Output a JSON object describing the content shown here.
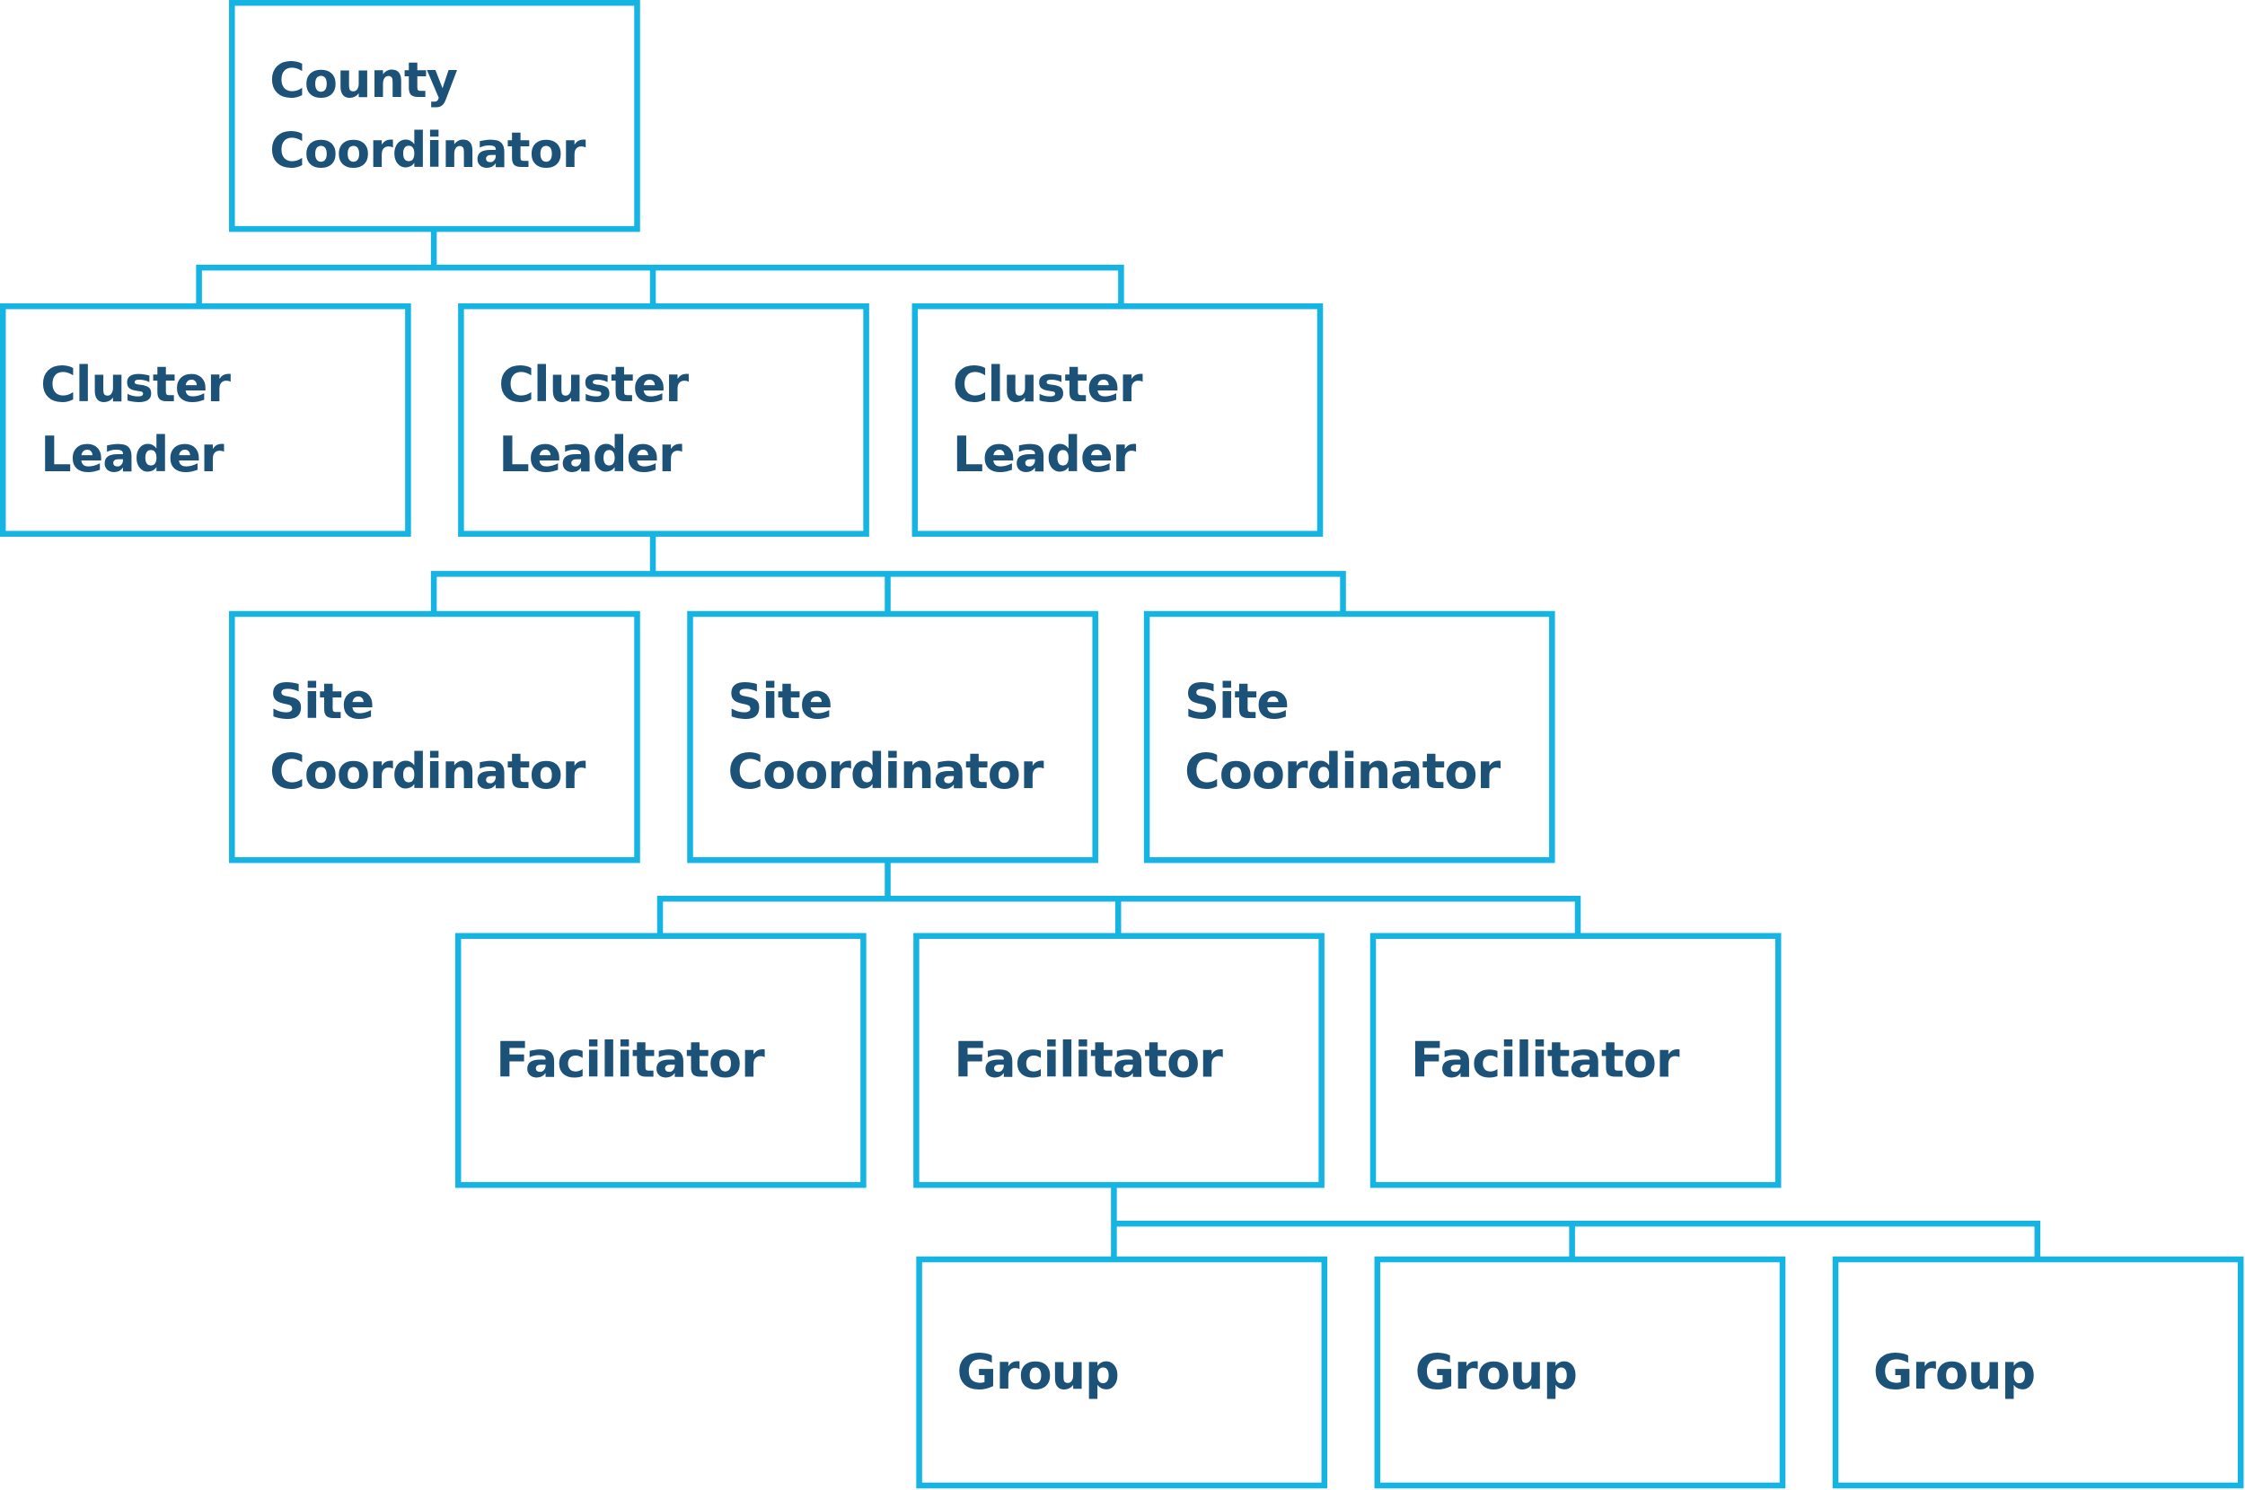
{
  "colors": {
    "line": "#15b4e3",
    "text": "#1c5278",
    "background": "#ffffff"
  },
  "nodes": [
    {
      "id": "county-coordinator",
      "lines": [
        "County",
        "Coordinator"
      ]
    },
    {
      "id": "cluster-leader-1",
      "lines": [
        "Cluster",
        "Leader"
      ]
    },
    {
      "id": "cluster-leader-2",
      "lines": [
        "Cluster",
        "Leader"
      ]
    },
    {
      "id": "cluster-leader-3",
      "lines": [
        "Cluster",
        "Leader"
      ]
    },
    {
      "id": "site-coordinator-1",
      "lines": [
        "Site",
        "Coordinator"
      ]
    },
    {
      "id": "site-coordinator-2",
      "lines": [
        "Site",
        "Coordinator"
      ]
    },
    {
      "id": "site-coordinator-3",
      "lines": [
        "Site",
        "Coordinator"
      ]
    },
    {
      "id": "facilitator-1",
      "lines": [
        "Facilitator"
      ]
    },
    {
      "id": "facilitator-2",
      "lines": [
        "Facilitator"
      ]
    },
    {
      "id": "facilitator-3",
      "lines": [
        "Facilitator"
      ]
    },
    {
      "id": "group-1",
      "lines": [
        "Group"
      ]
    },
    {
      "id": "group-2",
      "lines": [
        "Group"
      ]
    },
    {
      "id": "group-3",
      "lines": [
        "Group"
      ]
    }
  ],
  "edges": [
    {
      "from": "county-coordinator",
      "to": [
        "cluster-leader-1",
        "cluster-leader-2",
        "cluster-leader-3"
      ]
    },
    {
      "from": "cluster-leader-2",
      "to": [
        "site-coordinator-1",
        "site-coordinator-2",
        "site-coordinator-3"
      ]
    },
    {
      "from": "site-coordinator-2",
      "to": [
        "facilitator-1",
        "facilitator-2",
        "facilitator-3"
      ]
    },
    {
      "from": "facilitator-2",
      "to": [
        "group-1",
        "group-2",
        "group-3"
      ]
    }
  ]
}
